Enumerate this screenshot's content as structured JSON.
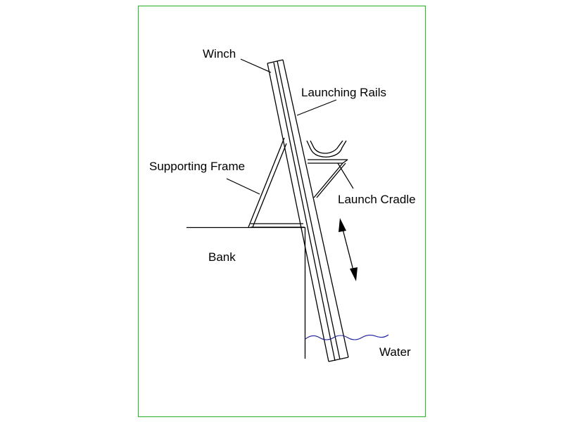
{
  "labels": {
    "winch": "Winch",
    "launching_rails": "Launching Rails",
    "supporting_frame": "Supporting Frame",
    "launch_cradle": "Launch Cradle",
    "bank": "Bank",
    "water": "Water"
  },
  "colors": {
    "frame_border": "#3cb43c",
    "line": "#000000",
    "water": "#1a1aa0",
    "background": "#ffffff"
  },
  "icons": {
    "motion_arrow": "double-headed-arrow"
  }
}
